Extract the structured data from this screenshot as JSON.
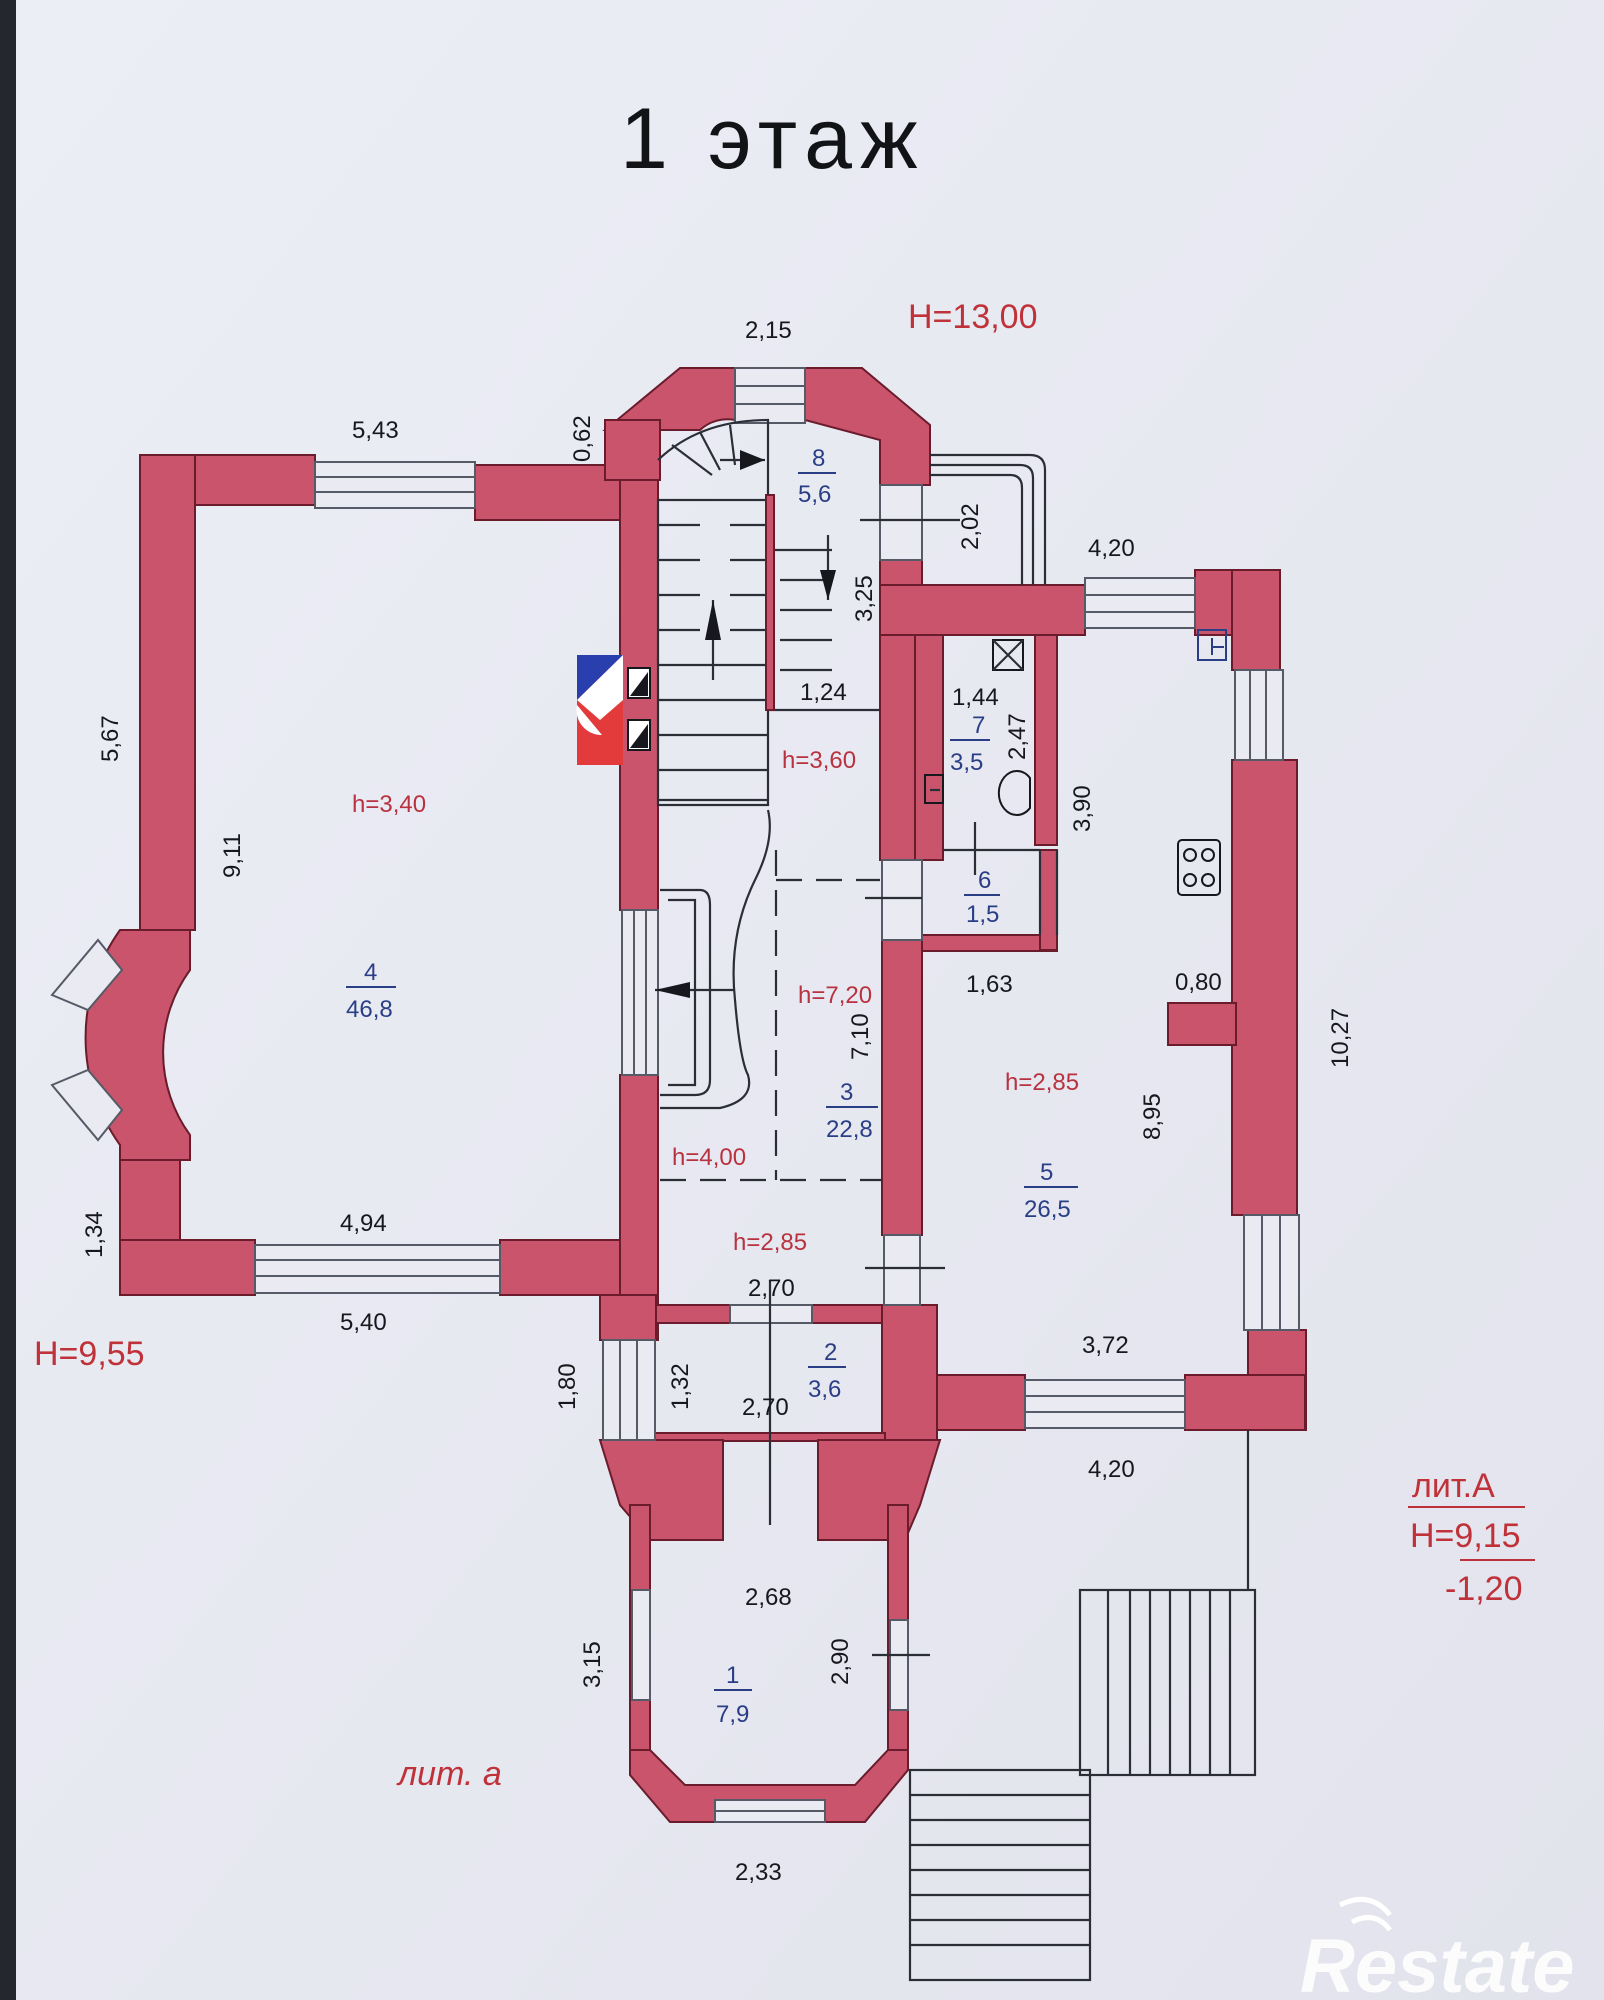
{
  "title": "1 этаж",
  "level_marks": {
    "top": "H=13,00",
    "left": "H=9,55",
    "lit_a_upper": "лит.А",
    "lit_a_height": "H=9,15",
    "lit_a_depth": "-1,20",
    "lit_a_lower": "лит. а"
  },
  "rooms": [
    {
      "number": "1",
      "area": "7,9"
    },
    {
      "number": "2",
      "area": "3,6"
    },
    {
      "number": "3",
      "area": "22,8"
    },
    {
      "number": "4",
      "area": "46,8"
    },
    {
      "number": "5",
      "area": "26,5"
    },
    {
      "number": "6",
      "area": "1,5"
    },
    {
      "number": "7",
      "area": "3,5"
    },
    {
      "number": "8",
      "area": "5,6"
    }
  ],
  "ceiling_heights": {
    "room4": "h=3,40",
    "stair_top": "h=3,60",
    "stair_mid": "h=7,20",
    "stair_low": "h=4,00",
    "hall": "h=2,85",
    "room5": "h=2,85"
  },
  "dimensions": {
    "stair_tower_top": "2,15",
    "room4_top": "5,43",
    "tower_side": "0,62",
    "room8_width": "2,02",
    "room8_depth": "3,25",
    "stair_landing": "1,24",
    "kitchen_top": "4,20",
    "room7_width": "1,44",
    "room7_depth": "2,47",
    "room5_upper": "3,90",
    "room4_outer_left": "5,67",
    "room4_inner_left": "9,11",
    "corridor": "1,63",
    "partition": "0,80",
    "room3_length": "7,10",
    "room5_length": "8,95",
    "kitchen_outer": "10,27",
    "room4_inner_bottom": "4,94",
    "room4_outer_bottom": "5,40",
    "bay_left": "1,34",
    "hall_width": "2,70",
    "room2_width": "2,70",
    "room2_depth": "1,32",
    "vestibule_outer": "1,80",
    "room5_bottom_inner": "3,72",
    "room5_bottom_outer": "4,20",
    "porch_width": "2,68",
    "porch_depth": "2,90",
    "porch_outer": "3,15",
    "porch_bottom": "2,33"
  },
  "watermark": "Restate",
  "colors": {
    "wall": "#c9546c",
    "paper": "#e9eaf2",
    "red_text": "#b8323f",
    "blue_text": "#2a3e86"
  }
}
